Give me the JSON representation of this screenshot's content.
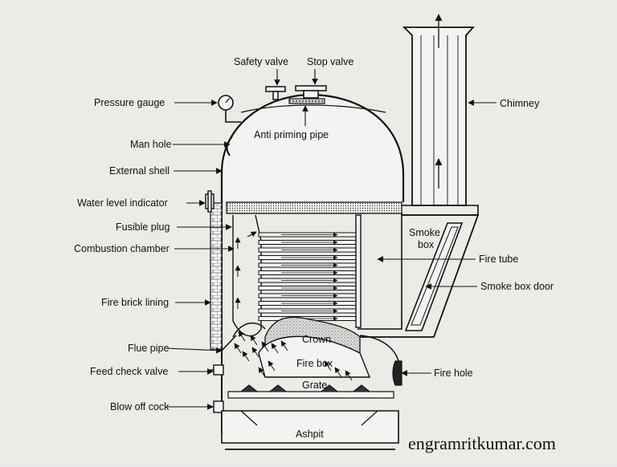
{
  "labels": {
    "safety_valve": "Safety valve",
    "stop_valve": "Stop valve",
    "pressure_gauge": "Pressure  gauge",
    "chimney": "Chimney",
    "anti_priming_pipe": "Anti priming pipe",
    "man_hole": "Man hole",
    "external_shell": "External shell",
    "water_level_indicator": "Water level indicator",
    "fusible_plug": "Fusible plug",
    "smoke_box": "Smoke box",
    "combustion_chamber": "Combustion chamber",
    "fire_tube": "Fire tube",
    "smoke_box_door": "Smoke box door",
    "fire_brick_lining": "Fire brick lining",
    "flue_pipe": "Flue pipe",
    "crown": "Crown",
    "fire_box": "Fire box",
    "feed_check_valve": "Feed check valve",
    "fire_hole": "Fire hole",
    "grate": "Grate",
    "blow_off_cock": "Blow off cock",
    "ashpit": "Ashpit"
  },
  "watermark": "engramritkumar.com",
  "colors": {
    "ink": "#111111",
    "paper": "#ecebe8"
  }
}
